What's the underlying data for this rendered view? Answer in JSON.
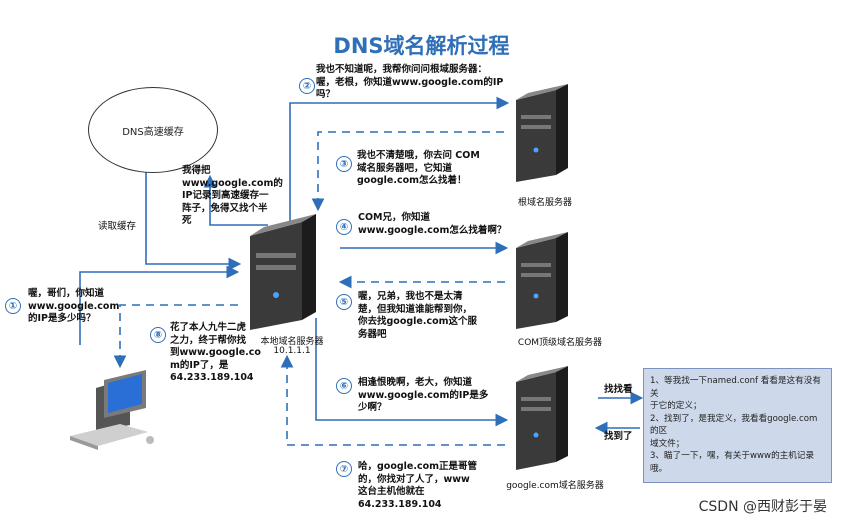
{
  "title": "DNS域名解析过程",
  "cache_label": "DNS高速缓存",
  "read_cache_label": "读取缓存",
  "cache_note": "我得把\nwww.google.com的\nIP记录到高速缓存一\n阵子，免得又找个半\n死",
  "client_question": "喔，哥们，你知道\nwww.google.com\n的IP是多少吗？",
  "steps": {
    "s1": "①",
    "s2": "②",
    "s3": "③",
    "s4": "④",
    "s5": "⑤",
    "s6": "⑥",
    "s7": "⑦",
    "s8": "⑧"
  },
  "msg2": "我也不知道呢，我帮你问问根域服务器：\n喔，老根，你知道www.google.com的IP\n吗？",
  "msg3": "我也不清楚哦，你去问 COM\n域名服务器吧，它知道\ngoogle.com怎么找着！",
  "msg4": "COM兄，你知道\nwww.google.com怎么找着啊？",
  "msg5": "喔，兄弟，我也不是太清\n楚，但我知道谁能帮到你，\n你去找google.com这个服\n务器吧",
  "msg6": "相逢恨晚啊，老大，你知道\nwww.google.com的IP是多\n少啊？",
  "msg7": "哈，google.com正是哥管\n的，你找对了人了，www\n这台主机他就在\n64.233.189.104",
  "msg8": "花了本人九牛二虎\n之力，终于帮你找\n到www.google.co\nm的IP了，是\n64.233.189.104",
  "servers": {
    "root": "根域名服务器",
    "com": "COM顶级域名服务器",
    "google": "google.com域名服务器",
    "local_name": "本地域名服务器",
    "local_ip": "10.1.1.1"
  },
  "search_label": "找找看",
  "found_label": "找到了",
  "note_box": "1、等我找一下named.conf 看看是这有没有关\n于它的定义；\n2、找到了，是我定义，我看看google.com的区\n域文件；\n3、瞄了一下，嘿，有关于www的主机记录哦。",
  "watermark": "CSDN @西财彭于晏",
  "colors": {
    "accent": "#2f6fb7",
    "note_bg": "#cdd9ea"
  }
}
